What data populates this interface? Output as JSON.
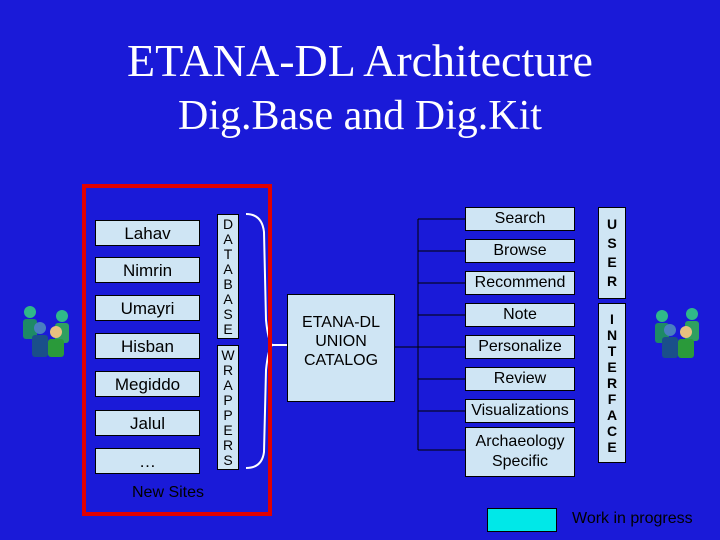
{
  "title": "ETANA-DL Architecture",
  "subtitle": "Dig.Base and Dig.Kit",
  "sites": [
    "Lahav",
    "Nimrin",
    "Umayri",
    "Hisban",
    "Megiddo",
    "Jalul",
    "…"
  ],
  "new_sites_label": "New Sites",
  "data_letters": [
    "D",
    "A",
    "T",
    "A",
    "B",
    "A",
    "S",
    "E"
  ],
  "wrapper_letters": [
    "W",
    "R",
    "A",
    "P",
    "P",
    "E",
    "R",
    "S"
  ],
  "catalog_lines": [
    "ETANA-DL",
    "UNION",
    "CATALOG"
  ],
  "services": [
    {
      "label": "Search"
    },
    {
      "label": "Browse"
    },
    {
      "label": "Recommend"
    },
    {
      "label": "Note"
    },
    {
      "label": "Personalize"
    },
    {
      "label": "Review"
    },
    {
      "label": "Visualizations"
    },
    {
      "label": "Archaeology Specific",
      "lines": [
        "Archaeology",
        "Specific"
      ]
    }
  ],
  "user_letters": [
    "U",
    "S",
    "E",
    "R"
  ],
  "interface_letters": [
    "I",
    "N",
    "T",
    "E",
    "R",
    "F",
    "A",
    "C",
    "E"
  ],
  "legend_label": "Work in progress",
  "colors": {
    "background": "#1a1ad8",
    "box": "#cfe5f4",
    "frame": "#e10000",
    "legend": "#00e8e8"
  },
  "icons": [
    "group-of-users-icon-left",
    "group-of-users-icon-right"
  ]
}
